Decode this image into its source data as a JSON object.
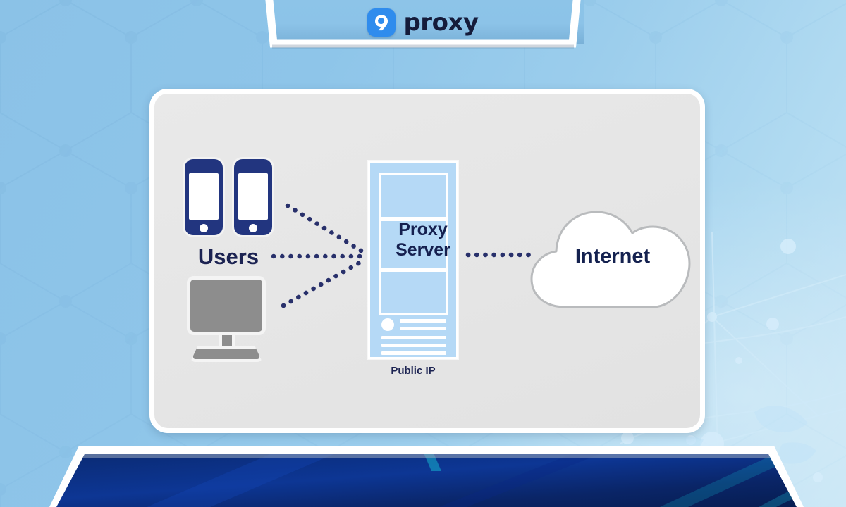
{
  "brand": {
    "logo_icon": "nine-proxy-logo-icon",
    "name": "proxy",
    "mark_color": "#2f8ced",
    "text_color": "#151c3b"
  },
  "diagram": {
    "title": "Proxy server network diagram",
    "nodes": {
      "users": {
        "label": "Users",
        "devices": [
          "smartphone-icon",
          "smartphone-icon",
          "desktop-monitor-icon"
        ],
        "phone_color": "#22357f",
        "monitor_color": "#8d8d8d"
      },
      "server": {
        "label_line1": "Proxy",
        "label_line2": "Server",
        "caption": "Public IP",
        "panel_color": "#b5d9f6",
        "text_color": "#15204f"
      },
      "internet": {
        "label": "Internet",
        "icon": "cloud-icon",
        "fill": "#ffffff",
        "text_color": "#14214f"
      }
    },
    "connectors": [
      {
        "from": "users",
        "to": "server",
        "style": "dotted",
        "color": "#28306b"
      },
      {
        "from": "server",
        "to": "internet",
        "style": "dotted",
        "color": "#28306b"
      }
    ],
    "card_background": "#e6e6e6"
  },
  "theme": {
    "page_background": "#8cc3e8",
    "header_background": "#8ec5e9",
    "frame_color": "#ffffff",
    "footer_navy": "#0b2d76",
    "footer_accent": "#19a8c0"
  }
}
